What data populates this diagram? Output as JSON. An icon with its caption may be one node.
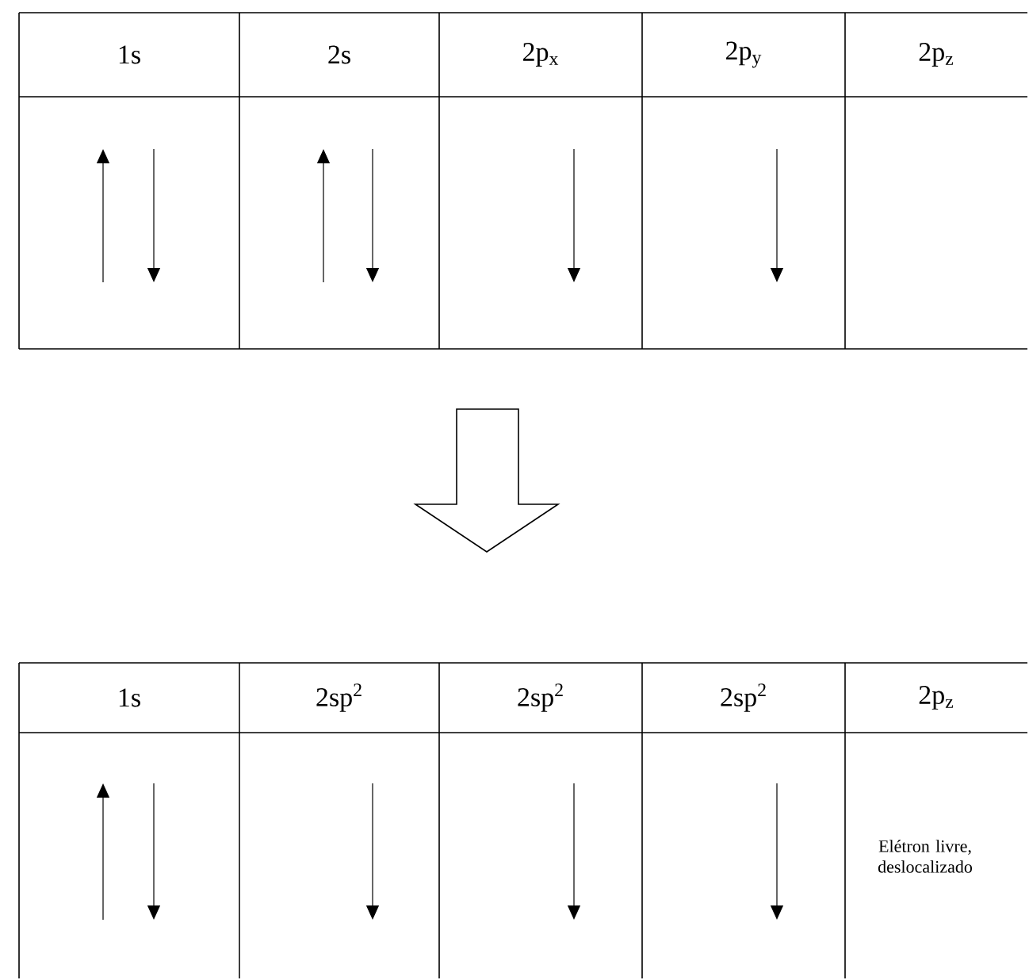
{
  "diagram": {
    "labels": [
      "1s",
      "2s",
      "2p$_{x}$",
      "2p$_{y}$",
      "2p$_{z}$",
      "1s",
      "2sp$^{2}$",
      "2sp$^{2}$",
      "2sp$^{2}$",
      "2p$_{z}$",
      "Elétron livre, deslocalizado"
    ]
  }
}
